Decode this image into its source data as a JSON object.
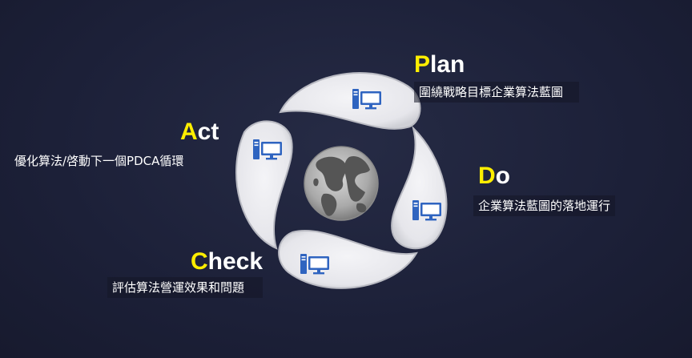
{
  "diagram": {
    "center_icon": "globe-icon",
    "petal_icon": "computer-icon",
    "colors": {
      "accent": "#ffee00",
      "text": "#ffffff",
      "petal_fill": "#e9e9ee",
      "petal_edge": "#b9bac2",
      "icon": "#2f64c0",
      "background": "#1c2038"
    },
    "steps": [
      {
        "id": "plan",
        "first": "P",
        "rest": "lan",
        "description": "圍繞戰略目標企業算法藍圖"
      },
      {
        "id": "do",
        "first": "D",
        "rest": "o",
        "description": "企業算法藍圖的落地運行"
      },
      {
        "id": "check",
        "first": "C",
        "rest": "heck",
        "description": "評估算法營運效果和問題"
      },
      {
        "id": "act",
        "first": "A",
        "rest": "ct",
        "description": "優化算法/啓動下一個PDCA循環"
      }
    ]
  }
}
